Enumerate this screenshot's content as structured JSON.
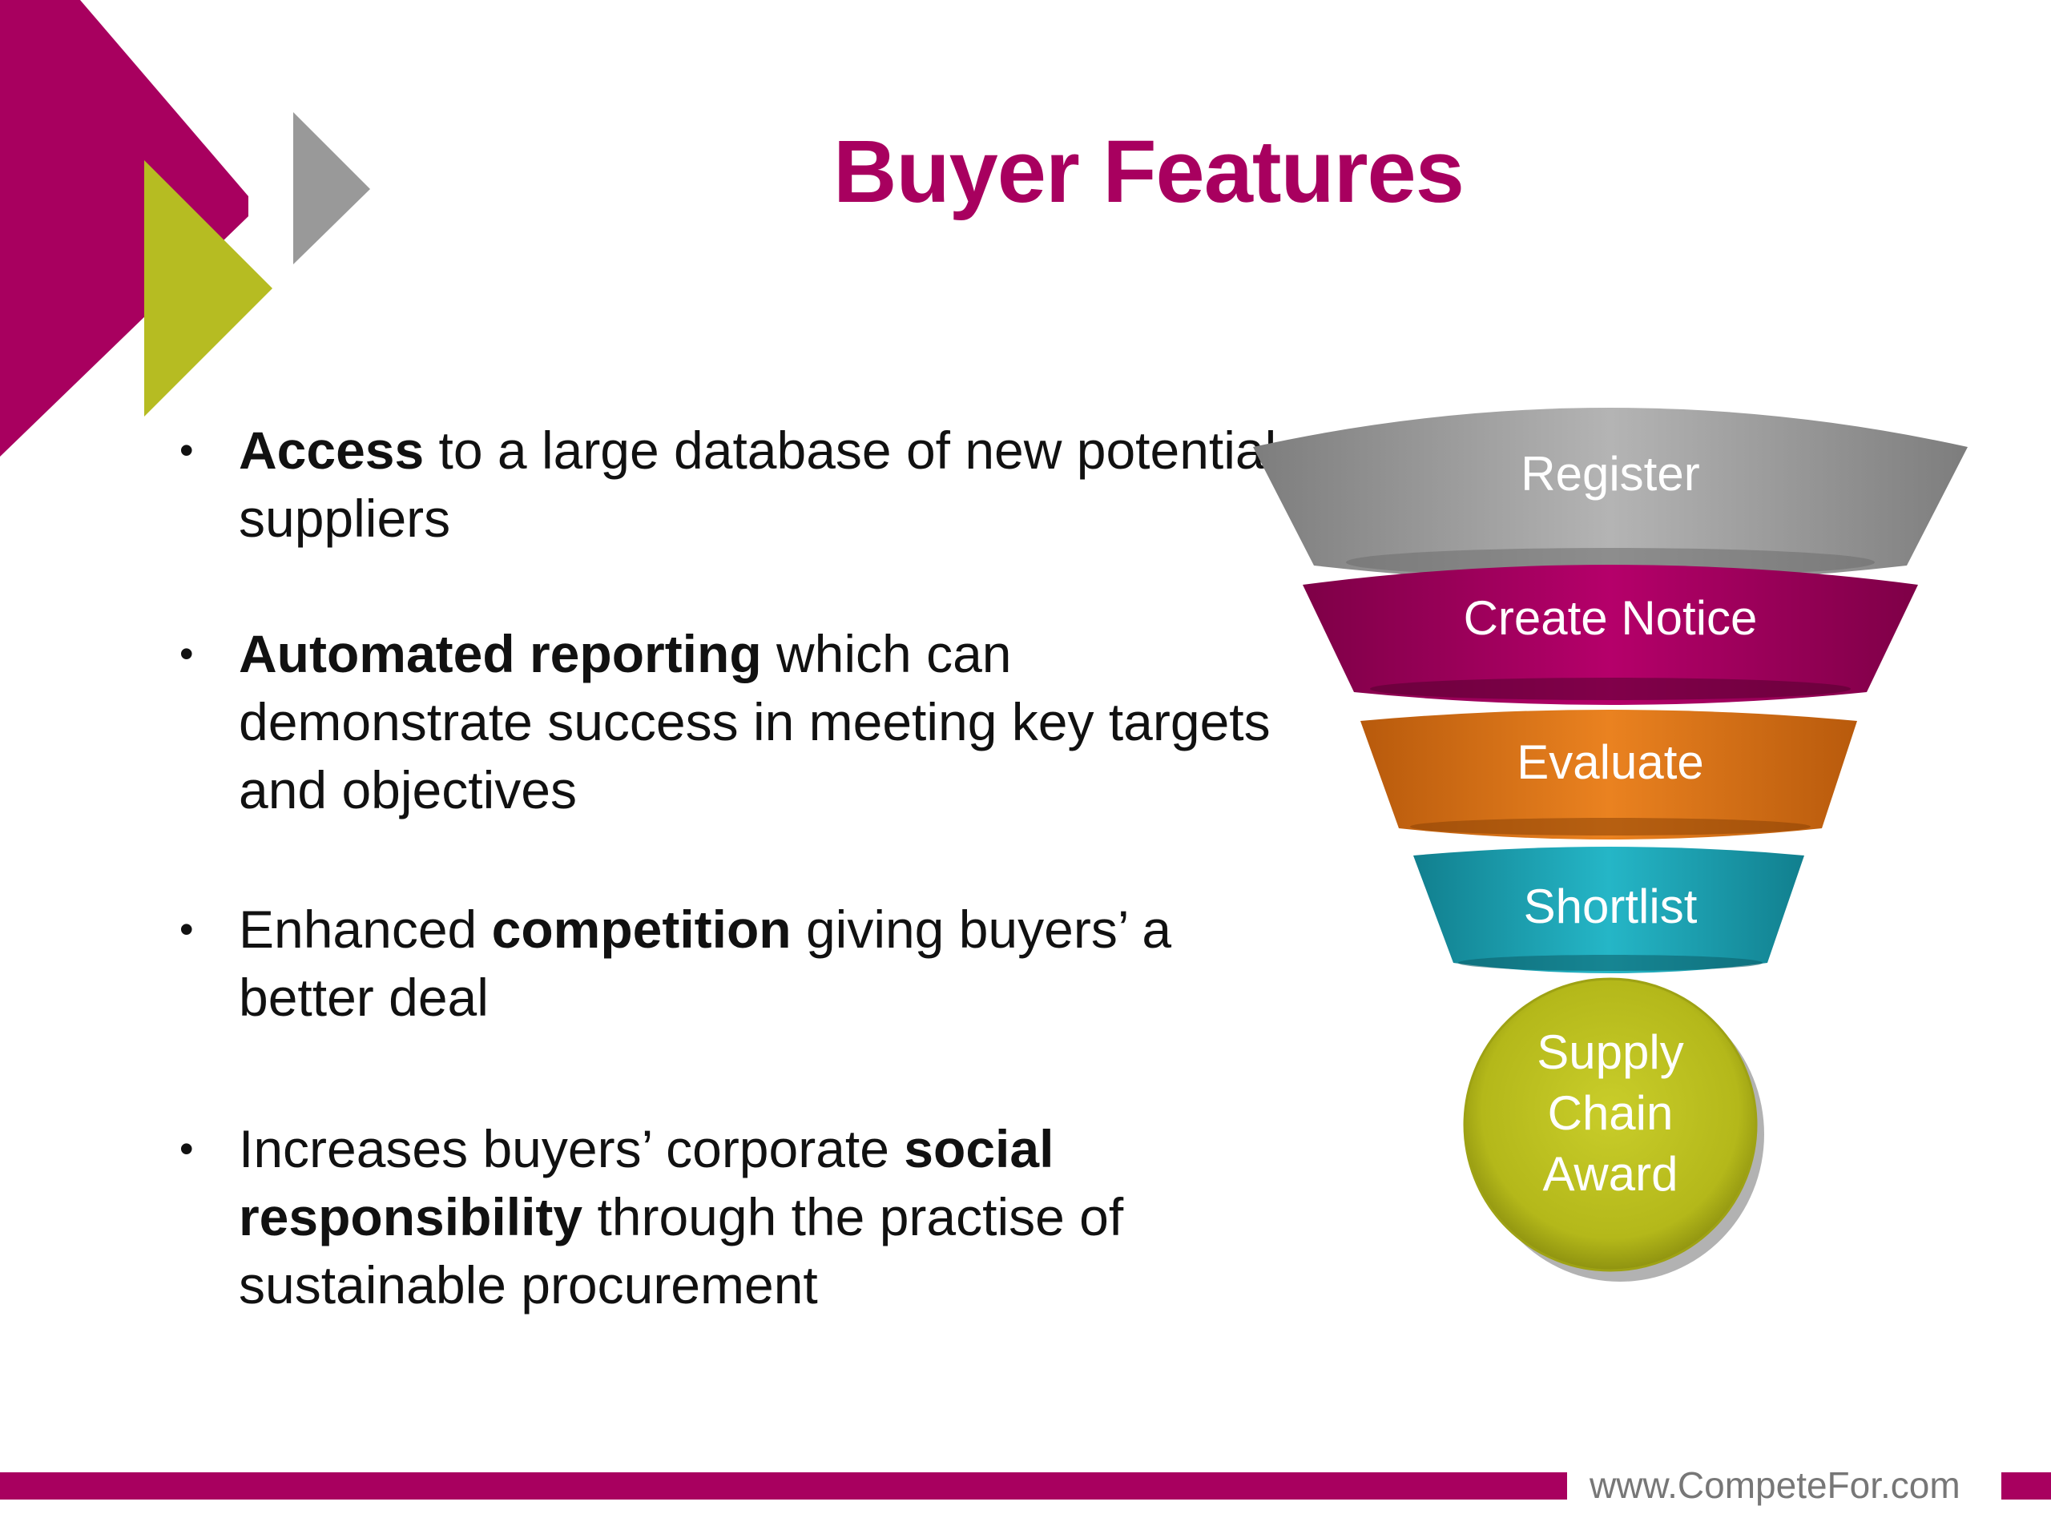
{
  "slide": {
    "title": "Buyer Features",
    "footer_url": "www.CompeteFor.com"
  },
  "colors": {
    "brand_magenta": "#a8005f",
    "lime": "#b6bc22",
    "grey": "#9a9a9a",
    "orange": "#de7416",
    "teal": "#1ea3b3",
    "olive_circle": "#bfc31c"
  },
  "bullets": [
    {
      "segments": [
        {
          "text": "Access",
          "bold": true
        },
        {
          "text": " to a large database of new potential suppliers",
          "bold": false
        }
      ]
    },
    {
      "segments": [
        {
          "text": "Automated reporting",
          "bold": true
        },
        {
          "text": " which can demonstrate success in meeting key targets and objectives",
          "bold": false
        }
      ]
    },
    {
      "segments": [
        {
          "text": "Enhanced ",
          "bold": false
        },
        {
          "text": "competition",
          "bold": true
        },
        {
          "text": " giving buyers’ a better deal",
          "bold": false
        }
      ]
    },
    {
      "segments": [
        {
          "text": "Increases buyers’ corporate ",
          "bold": false
        },
        {
          "text": "social responsibility",
          "bold": true
        },
        {
          "text": " through the practise of sustainable procurement",
          "bold": false
        }
      ]
    }
  ],
  "funnel": {
    "stages": [
      {
        "label": "Register",
        "color": "#9a9a9a"
      },
      {
        "label": "Create Notice",
        "color": "#a8005f"
      },
      {
        "label": "Evaluate",
        "color": "#de7416"
      },
      {
        "label": "Shortlist",
        "color": "#1ea3b3"
      }
    ],
    "final": {
      "lines": [
        "Supply",
        "Chain",
        "Award"
      ],
      "color": "#bfc31c"
    }
  },
  "decorations": [
    "magenta-chevron",
    "lime-triangle",
    "grey-triangle"
  ]
}
